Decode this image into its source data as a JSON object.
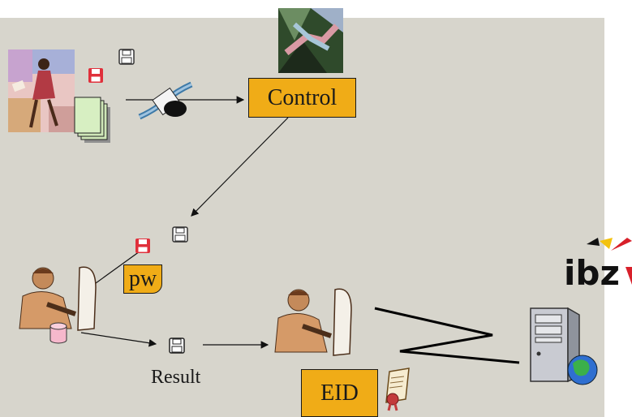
{
  "diagram": {
    "nodes": {
      "control": "Control",
      "pw": "pw",
      "result": "Result",
      "eid": "EID"
    },
    "colors": {
      "background": "#d7d5cc",
      "box": "#f0ac17",
      "floppy_red": "#e0303b",
      "floppy_white": "#ffffff"
    },
    "icons": [
      "woman-clerk-icon",
      "document-stack-icon",
      "floppy-disk-icon",
      "cable-plug-icon",
      "handshake-icon",
      "office-worker-icon",
      "database-cylinder-icon",
      "certificate-scroll-icon",
      "server-globe-icon",
      "ibz-logo"
    ],
    "logo_text": "ibz"
  }
}
